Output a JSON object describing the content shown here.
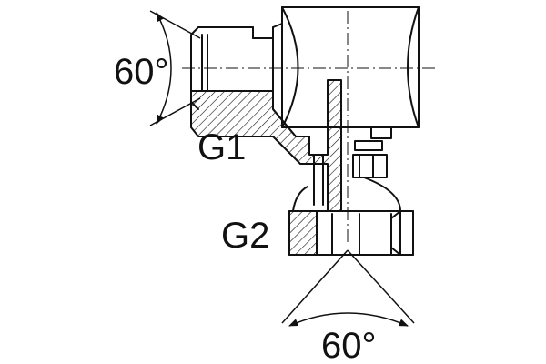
{
  "labels": {
    "angle_top": "60°",
    "thread_1": "G1",
    "thread_2": "G2",
    "angle_bottom": "60°"
  },
  "colors": {
    "line": "#111111",
    "background": "#ffffff"
  }
}
